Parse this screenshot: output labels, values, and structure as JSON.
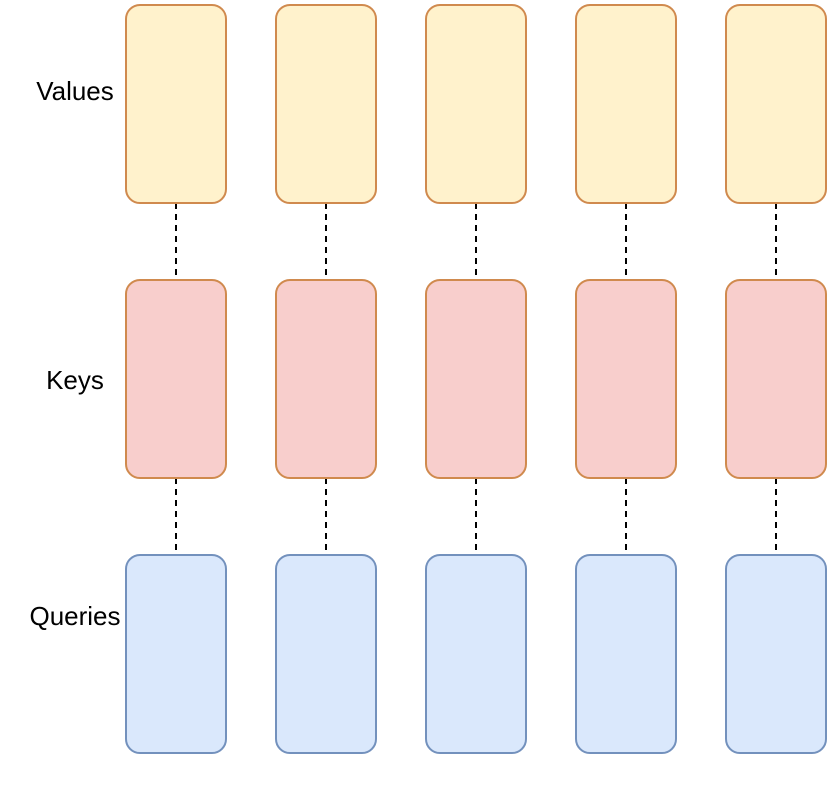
{
  "rows": [
    {
      "id": "values",
      "label": "Values",
      "fill": "#fff2cc",
      "stroke": "#d08a4e"
    },
    {
      "id": "keys",
      "label": "Keys",
      "fill": "#f8cecc",
      "stroke": "#d08a4e"
    },
    {
      "id": "queries",
      "label": "Queries",
      "fill": "#dae8fc",
      "stroke": "#7391bd"
    }
  ],
  "columns": 5,
  "connector": {
    "style": "dashed",
    "color": "#000000"
  }
}
